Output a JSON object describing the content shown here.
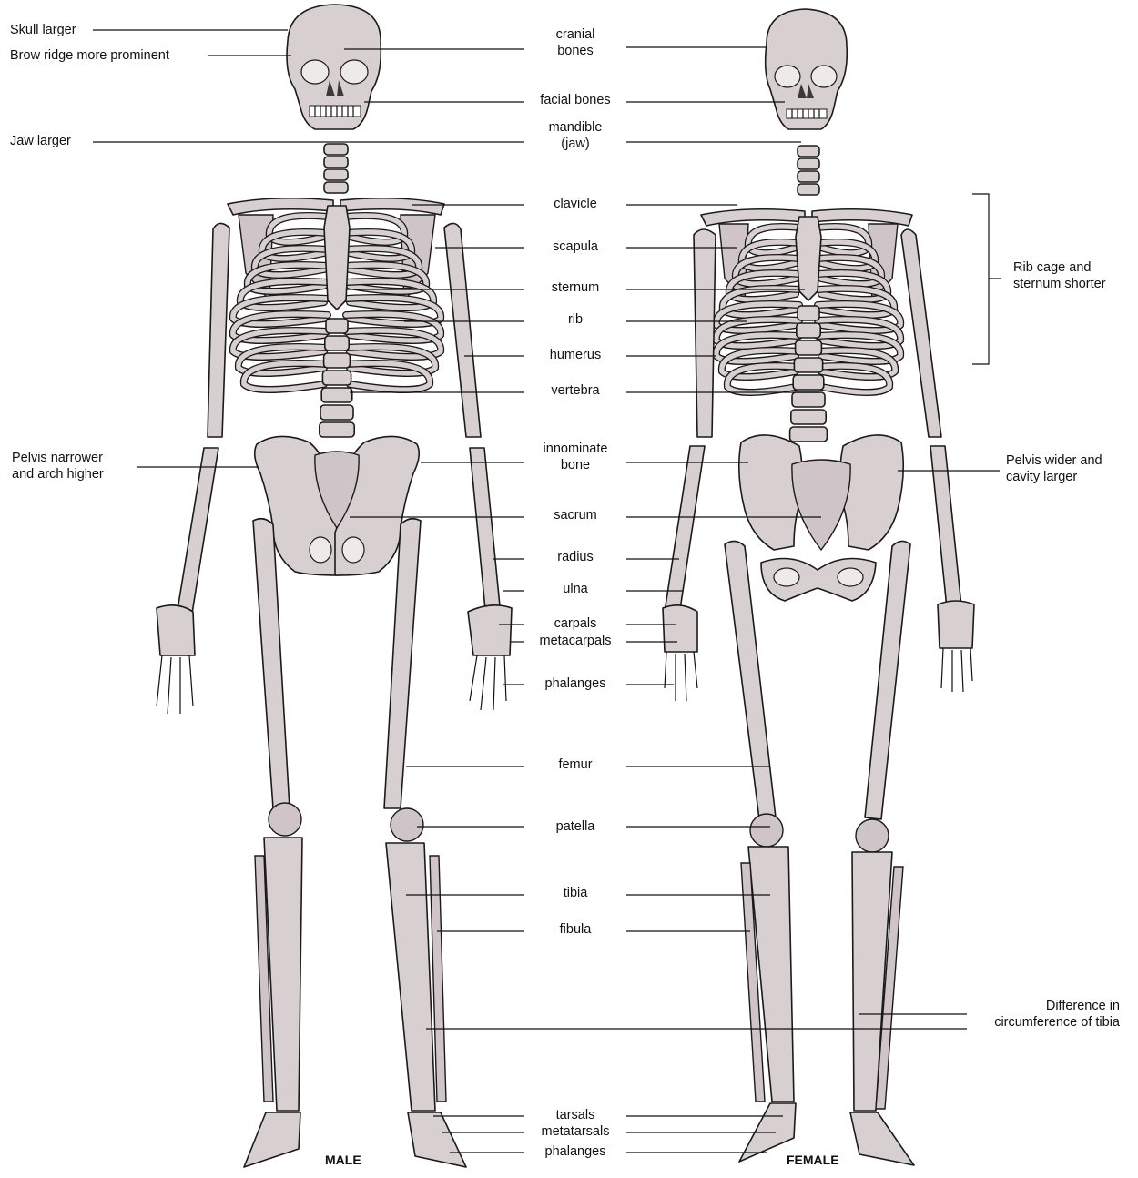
{
  "center_labels": [
    {
      "id": "cranial",
      "text": "cranial\nbones"
    },
    {
      "id": "facial",
      "text": "facial bones"
    },
    {
      "id": "mandible",
      "text": "mandible\n(jaw)"
    },
    {
      "id": "clavicle",
      "text": "clavicle"
    },
    {
      "id": "scapula",
      "text": "scapula"
    },
    {
      "id": "sternum",
      "text": "sternum"
    },
    {
      "id": "rib",
      "text": "rib"
    },
    {
      "id": "humerus",
      "text": "humerus"
    },
    {
      "id": "vertebra",
      "text": "vertebra"
    },
    {
      "id": "innominate",
      "text": "innominate\nbone"
    },
    {
      "id": "sacrum",
      "text": "sacrum"
    },
    {
      "id": "radius",
      "text": "radius"
    },
    {
      "id": "ulna",
      "text": "ulna"
    },
    {
      "id": "carpals",
      "text": "carpals"
    },
    {
      "id": "metacarpals",
      "text": "metacarpals"
    },
    {
      "id": "phalanges_hand",
      "text": "phalanges"
    },
    {
      "id": "femur",
      "text": "femur"
    },
    {
      "id": "patella",
      "text": "patella"
    },
    {
      "id": "tibia",
      "text": "tibia"
    },
    {
      "id": "fibula",
      "text": "fibula"
    },
    {
      "id": "tarsals",
      "text": "tarsals"
    },
    {
      "id": "metatarsals",
      "text": "metatarsals"
    },
    {
      "id": "phalanges_foot",
      "text": "phalanges"
    }
  ],
  "male_notes": {
    "skull": "Skull larger",
    "brow": "Brow ridge more prominent",
    "jaw": "Jaw larger",
    "pelvis": "Pelvis narrower\nand arch higher"
  },
  "female_notes": {
    "ribcage": "Rib cage and\nsternum shorter",
    "pelvis": "Pelvis wider and\ncavity larger",
    "tibia": "Difference in\ncircumference of tibia"
  },
  "figure_tags": {
    "male": "MALE",
    "female": "FEMALE"
  },
  "colors": {
    "bone": "#d8cfd1",
    "outline": "#1a1a1a",
    "line": "#111111"
  }
}
